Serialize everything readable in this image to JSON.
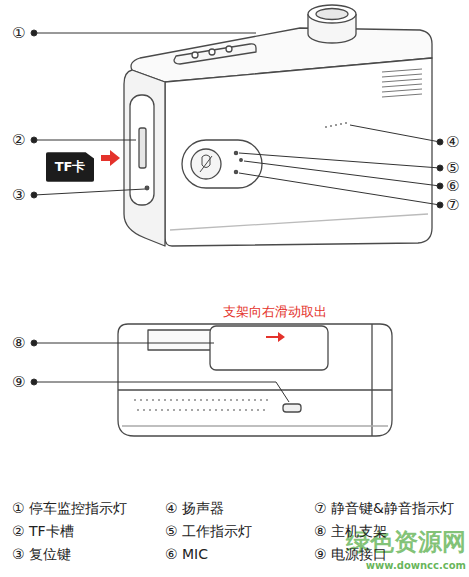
{
  "diagram": {
    "nodes": [
      {
        "text": [
          "TF卡"
        ]
      }
    ],
    "labels": [
      "①",
      "②",
      "③",
      "④",
      "⑤",
      "⑥",
      "⑦",
      "支架向右滑动取出",
      "⑧",
      "⑨",
      "① 停车监控指示灯",
      "④ 扬声器",
      "⑦ 静音键&静音指示灯",
      "② TF卡槽",
      "⑤ 工作指示灯",
      "⑧ 主机支架",
      "③ 复位键",
      "⑥ MIC",
      "⑨ 电源接口",
      "绿色资源网",
      "www.downcc.com"
    ]
  }
}
